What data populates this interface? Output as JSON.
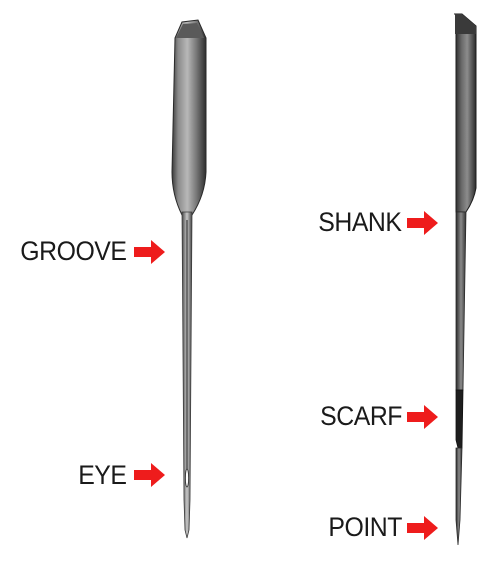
{
  "labels": {
    "groove": "GROOVE",
    "eye": "EYE",
    "shank": "SHANK",
    "scarf": "SCARF",
    "point": "POINT"
  },
  "colors": {
    "arrow": "#ee1c1c",
    "text": "#1a1a1a",
    "metal_dark": "#2b2b2b",
    "metal_mid": "#7a7a7a",
    "metal_light": "#cfcfcf"
  }
}
